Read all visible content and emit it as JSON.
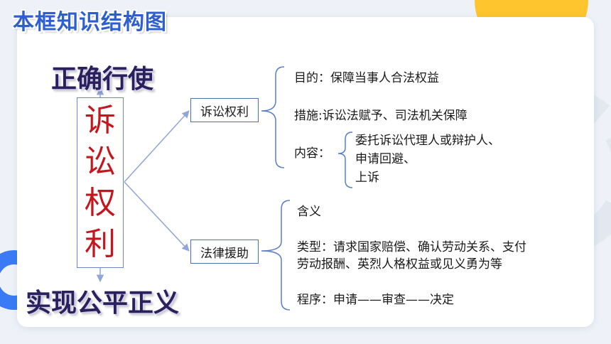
{
  "title": "本框知识结构图",
  "top_label": "正确行使",
  "bottom_label": "实现公平正义",
  "main_box": {
    "chars": [
      "诉",
      "讼",
      "权",
      "利"
    ]
  },
  "branch1": {
    "label": "诉讼权利",
    "purpose": "目的：保障当事人合法权益",
    "measures": "措施:诉讼法赋予、司法机关保障",
    "content_label": "内容：",
    "content_items": [
      "委托诉讼代理人或辩护人、",
      "申请回避、",
      "上诉"
    ]
  },
  "branch2": {
    "label": "法律援助",
    "meaning": "含义",
    "types_line1": "类型：请求国家赔偿、确认劳动关系、支付",
    "types_line2": "劳动报酬、英烈人格权益或见义勇为等",
    "procedure": "程序：申请——审查——决定"
  },
  "colors": {
    "title": "#2d5fd0",
    "main_text": "#c4161c",
    "label_text": "#2c1f5e",
    "box_border": "#4a6fb5",
    "line": "#8fa6d8",
    "brace": "#5a7fc8",
    "accent_yellow": "#ffc52e",
    "accent_blue": "#3a7bf5"
  }
}
